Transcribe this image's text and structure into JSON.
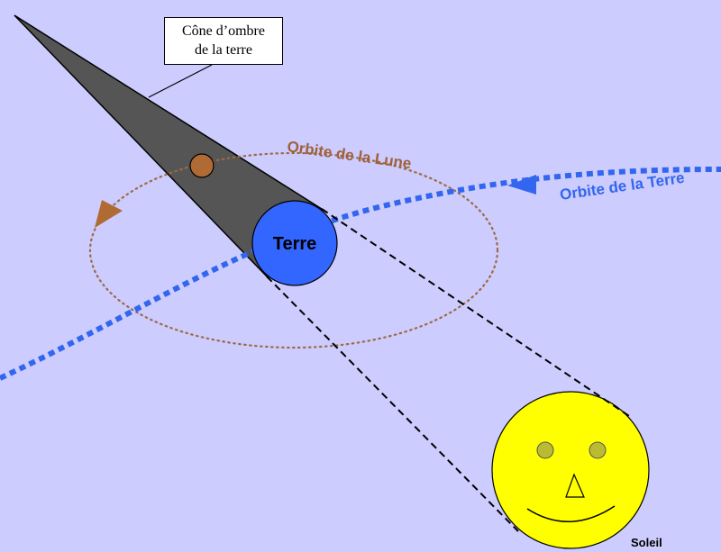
{
  "labels": {
    "shadow_cone_line1": "Cône d’ombre",
    "shadow_cone_line2": "de la terre",
    "moon_orbit": "Orbite de la Lune",
    "earth_orbit": "Orbite de la Terre",
    "earth": "Terre",
    "sun": "Soleil"
  },
  "colors": {
    "background": "#ccccfe",
    "shadow_cone": "#555555",
    "earth": "#3366ff",
    "earth_orbit": "#3366ee",
    "moon": "#b06a33",
    "moon_orbit": "#9e6a44",
    "sun": "#ffff00",
    "sun_features": "#bbbb33"
  }
}
